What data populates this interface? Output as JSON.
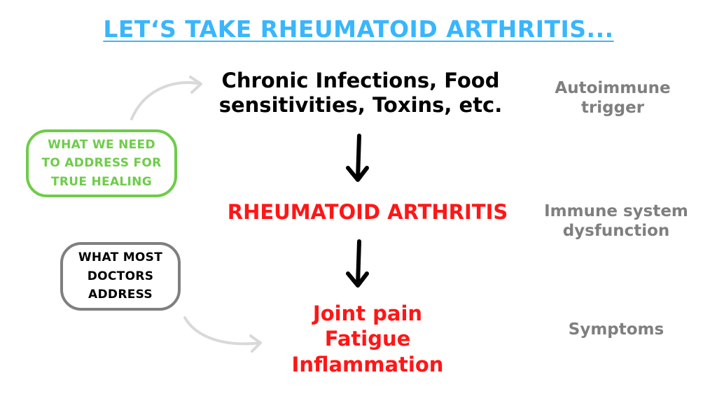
{
  "title": "LET‘S TAKE RHEUMATOID ARTHRITIS...",
  "flow": {
    "trigger_lines": [
      "Chronic Infections, Food",
      "sensitivities, Toxins, etc."
    ],
    "disease": "RHEUMATOID ARTHRITIS",
    "symptom_lines": [
      "Joint pain",
      "Fatigue",
      "Inflammation"
    ]
  },
  "side_labels": {
    "trigger_lines": [
      "Autoimmune",
      "trigger"
    ],
    "dysfunction_lines": [
      "Immune system",
      "dysfunction"
    ],
    "symptoms": "Symptoms"
  },
  "boxes": {
    "healing_lines": [
      "WHAT WE NEED",
      "TO ADDRESS FOR",
      "TRUE HEALING"
    ],
    "doctors_lines": [
      "WHAT MOST",
      "DOCTORS",
      "ADDRESS"
    ]
  },
  "colors": {
    "title": "#38b6ff",
    "disease": "#ff1616",
    "side_labels": "#7f7f7f",
    "healing_box": "#6ecc4a",
    "doctors_box": "#7f7f7f",
    "curved_arrows": "#d9d9d9"
  }
}
